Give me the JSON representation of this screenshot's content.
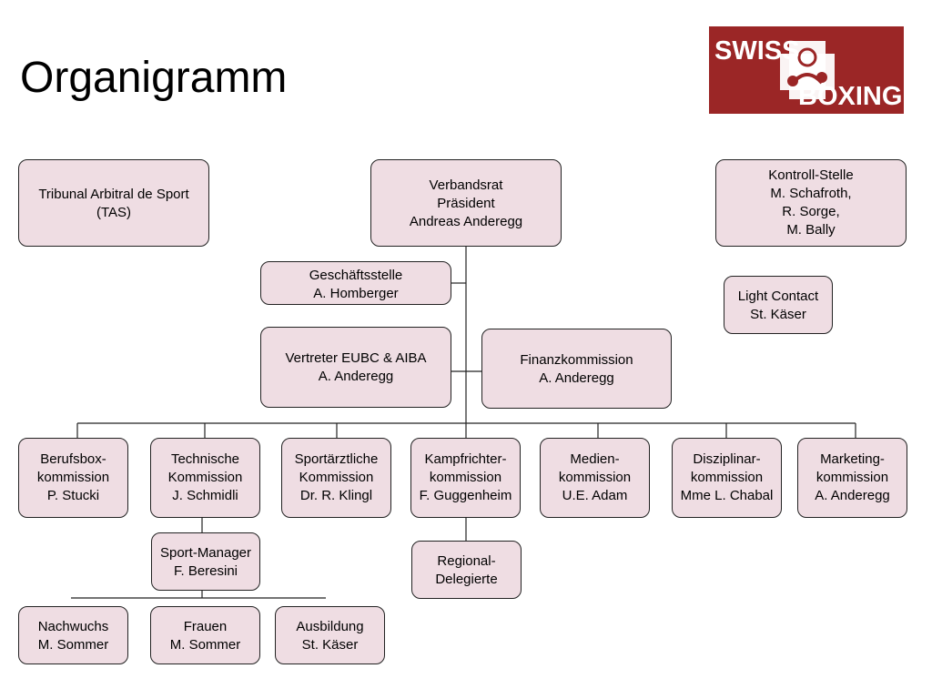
{
  "title": "Organigramm",
  "logo": {
    "line1": "SWISS",
    "line2": "BOXING",
    "brand_color": "#9b2626"
  },
  "colors": {
    "box_fill": "#efdde3",
    "box_border": "#222222",
    "line": "#222222"
  },
  "nodes": {
    "tas": "Tribunal Arbitral de Sport\n(TAS)",
    "verbandsrat": "Verbandsrat\nPräsident\nAndreas Anderegg",
    "kontroll": "Kontroll-Stelle\nM. Schafroth,\nR. Sorge,\nM. Bally",
    "geschaeft": "Geschäftsstelle\nA. Homberger",
    "lightcontact": "Light Contact\nSt. Käser",
    "eubc": "Vertreter EUBC & AIBA\nA. Anderegg",
    "finanz": "Finanzkommission\nA. Anderegg",
    "berufsbox": "Berufsbox-\nkommission\nP. Stucki",
    "technische": "Technische\nKommission\nJ. Schmidli",
    "sportaerzt": "Sportärztliche\nKommission\nDr. R. Klingl",
    "kampfrichter": "Kampfrichter-\nkommission\nF. Guggenheim",
    "medien": "Medien-\nkommission\nU.E. Adam",
    "disziplinar": "Disziplinar-\nkommission\nMme L. Chabal",
    "marketing": "Marketing-\nkommission\nA. Anderegg",
    "sportmanager": "Sport-Manager\nF. Beresini",
    "regional": "Regional-\nDelegierte",
    "nachwuchs": "Nachwuchs\nM. Sommer",
    "frauen": "Frauen\nM. Sommer",
    "ausbildung": "Ausbildung\nSt. Käser"
  }
}
